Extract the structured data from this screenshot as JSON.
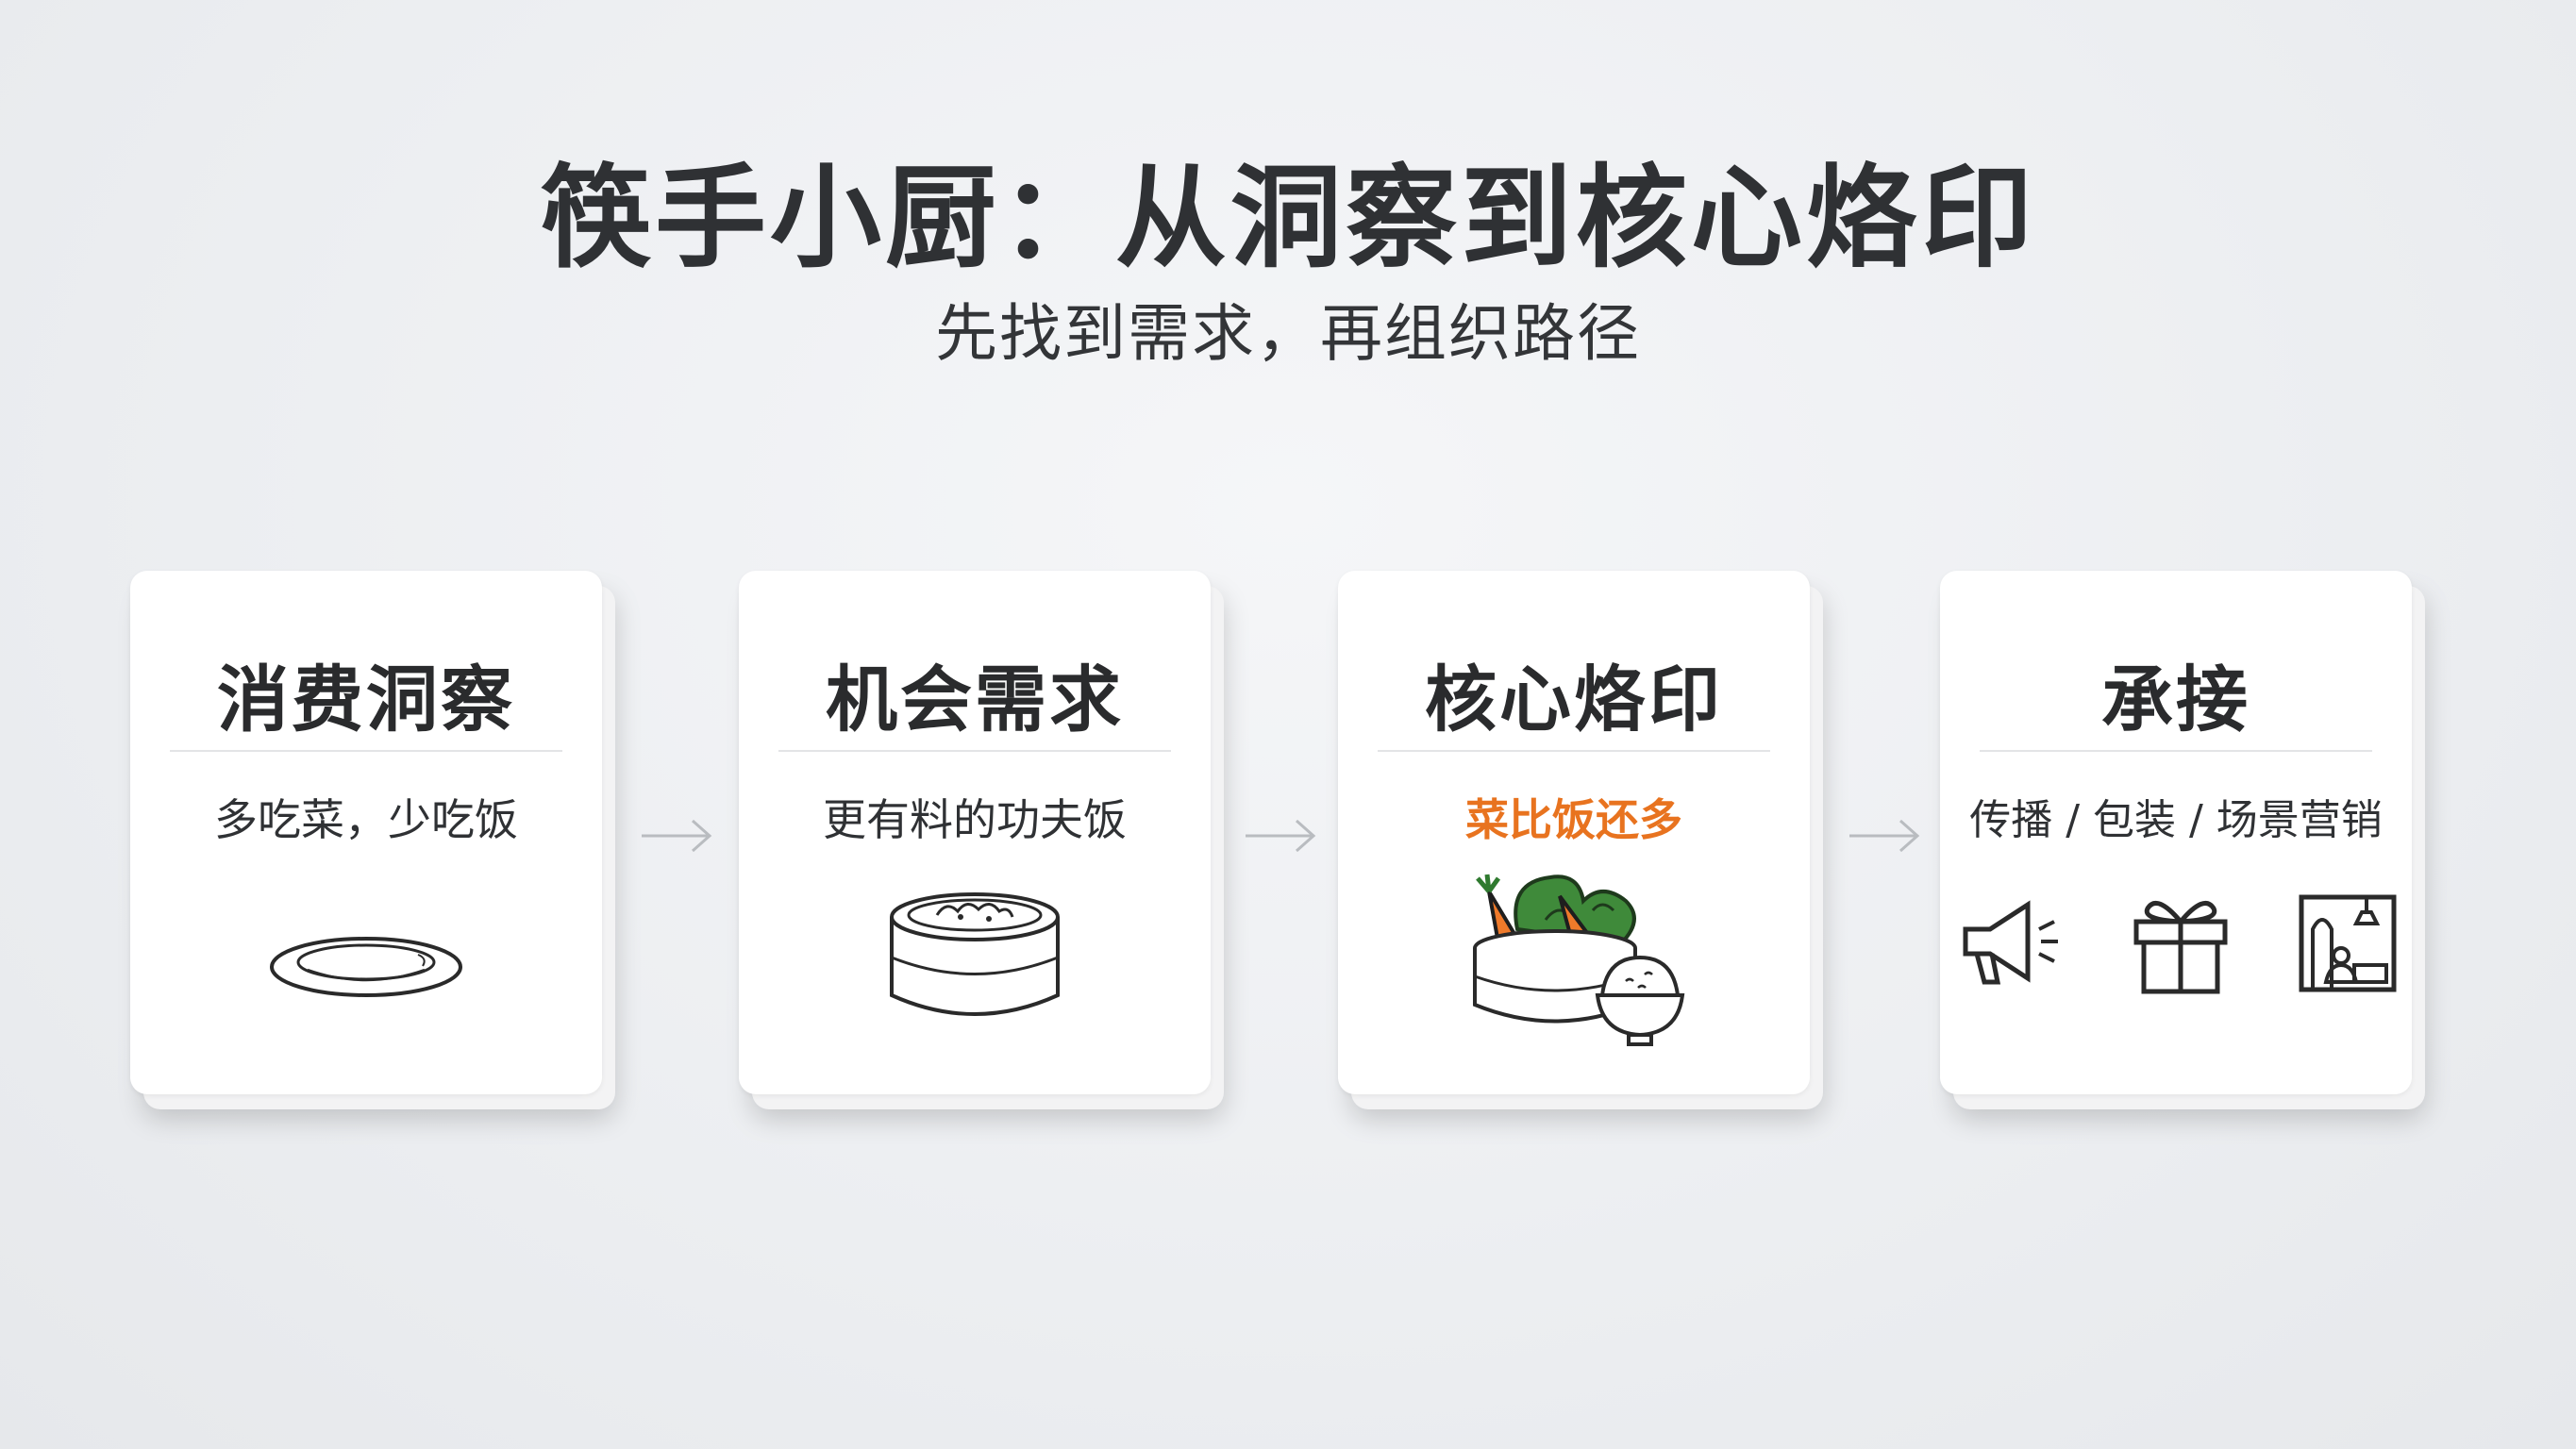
{
  "header": {
    "title": "筷手小厨：从洞察到核心烙印",
    "subtitle": "先找到需求，再组织路径"
  },
  "steps": [
    {
      "title": "消费洞察",
      "subtitle": "多吃菜，少吃饭",
      "icon": "plate-icon"
    },
    {
      "title": "机会需求",
      "subtitle": "更有料的功夫饭",
      "icon": "steamer-basket-icon"
    },
    {
      "title": "核心烙印",
      "subtitle": "菜比饭还多",
      "icon": "vegetables-and-rice-icon",
      "accent_color": "#e8731f"
    },
    {
      "title": "承接",
      "subtitle": "传播 / 包装 / 场景营销",
      "icons": [
        "megaphone-icon",
        "gift-box-icon",
        "storefront-icon"
      ]
    }
  ],
  "colors": {
    "accent": "#e8731f",
    "text": "#2f3134",
    "arrow": "#b9bcc0"
  }
}
